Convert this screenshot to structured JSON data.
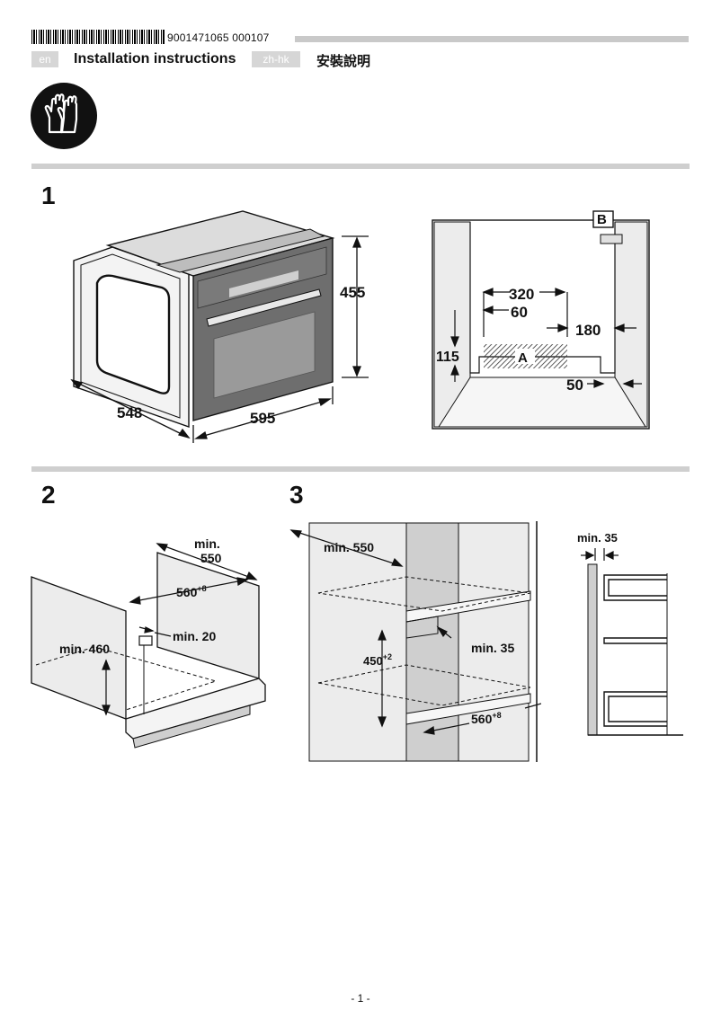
{
  "header": {
    "document_number": "9001471065  000107",
    "lang_en": "en",
    "title_en": "Installation instructions",
    "lang_zh": "zh-hk",
    "title_zh": "安裝說明"
  },
  "safety_icon": "gloves-icon",
  "steps": {
    "s1": "1",
    "s2": "2",
    "s3": "3"
  },
  "figure1": {
    "depth": "548",
    "width": "595",
    "height": "455",
    "dim_320": "320",
    "dim_60": "60",
    "dim_180": "180",
    "dim_115": "115",
    "dim_50": "50",
    "label_a": "A",
    "label_b": "B"
  },
  "figure2": {
    "min550": "min.",
    "min550_val": "550",
    "w560": "560",
    "w560_sup": "+8",
    "min20": "min. 20",
    "min460": "min. 460"
  },
  "figure3": {
    "min550": "min. 550",
    "h450": "450",
    "h450_sup": "+2",
    "min35_mid": "min. 35",
    "w560": "560",
    "w560_sup": "+8",
    "min35_side": "min. 35"
  },
  "footer": {
    "page": "- 1 -"
  },
  "colors": {
    "divider": "#cfcfcf",
    "panel": "#eaeaea",
    "oven_body": "#6e6e6e",
    "hatch": "#333333"
  }
}
